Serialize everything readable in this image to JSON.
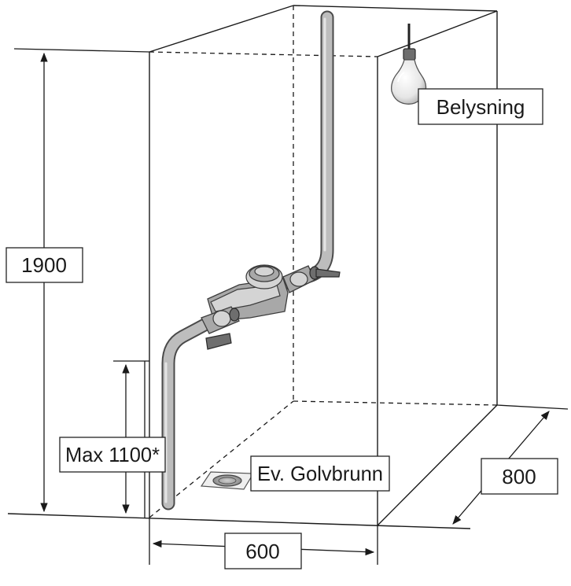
{
  "labels": {
    "lighting": "Belysning",
    "height": "1900",
    "max_height": "Max 1100*",
    "floor_drain": "Ev. Golvbrunn",
    "width": "600",
    "depth": "800"
  },
  "colors": {
    "line": "#1a1a1a",
    "pipe": "#bdbdbd",
    "pipe_outline": "#4a4a4a",
    "background": "#ffffff"
  }
}
